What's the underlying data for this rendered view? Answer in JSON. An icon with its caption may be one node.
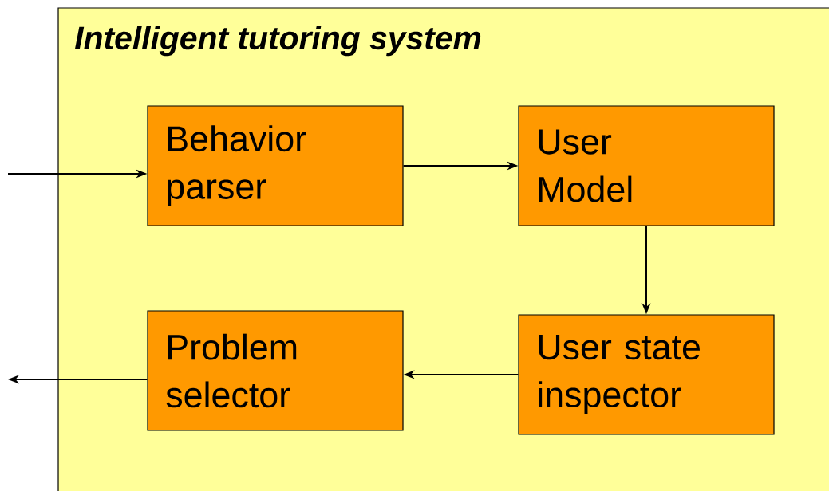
{
  "diagram": {
    "nodes": [
      {
        "text": [
          "Intelligent tutoring system"
        ]
      },
      {
        "text": [
          "Behavior parser"
        ],
        "in": 0
      },
      {
        "text": [
          "User Model"
        ],
        "in": 0
      },
      {
        "text": [
          "Problem selector"
        ],
        "in": 0
      },
      {
        "text": [
          "User state inspector"
        ],
        "in": 0
      }
    ],
    "edges": [
      {
        "from": null,
        "to": 1,
        "arrow": "to"
      },
      {
        "from": 1,
        "to": 2,
        "arrow": "to"
      },
      {
        "from": 2,
        "to": 4,
        "arrow": "to"
      },
      {
        "from": 4,
        "to": 3,
        "arrow": "to"
      },
      {
        "from": 3,
        "to": null,
        "arrow": "to"
      }
    ]
  }
}
